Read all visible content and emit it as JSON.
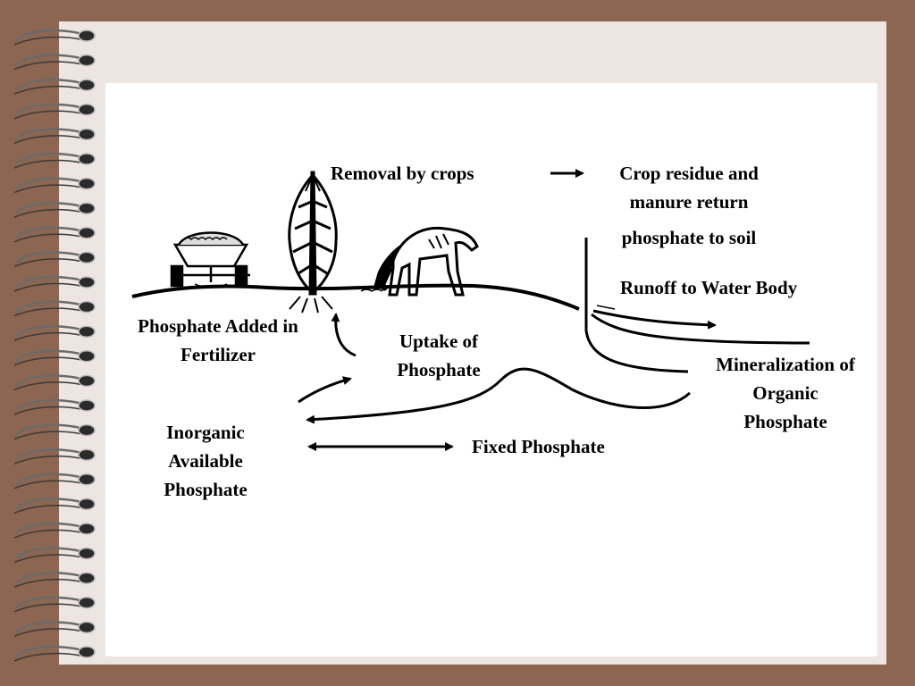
{
  "labels": {
    "removal_by_crops": "Removal by crops",
    "crop_residue_1": "Crop residue and",
    "crop_residue_2": "manure return",
    "crop_residue_3": "phosphate to soil",
    "runoff": "Runoff to Water Body",
    "phosphate_added_1": "Phosphate Added in",
    "phosphate_added_2": "Fertilizer",
    "uptake_1": "Uptake of",
    "uptake_2": "Phosphate",
    "mineralization_1": "Mineralization of",
    "mineralization_2": "Organic",
    "mineralization_3": "Phosphate",
    "inorganic_1": "Inorganic",
    "inorganic_2": "Available",
    "inorganic_3": "Phosphate",
    "fixed": "Fixed Phosphate"
  },
  "colors": {
    "frame": "#8c6650",
    "notebook_paper": "#ece5e1",
    "slide": "#ffffff",
    "ink": "#000000",
    "spiral": "#6b6b6b"
  },
  "icons": {
    "spiral": "spiral-binding-icon",
    "spreader": "fertilizer-spreader-icon",
    "plant": "corn-plant-icon",
    "animal": "grazing-horse-icon"
  }
}
